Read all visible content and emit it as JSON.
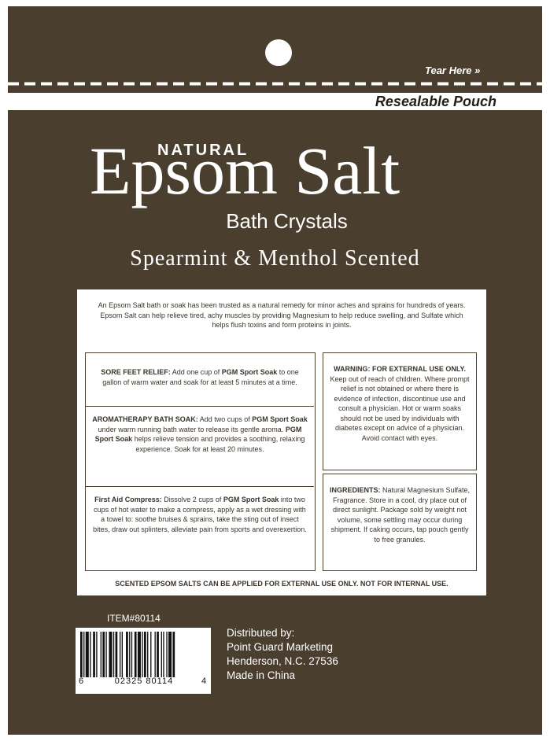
{
  "header": {
    "tear_here": "Tear Here »",
    "resealable": "Resealable Pouch"
  },
  "title": {
    "natural": "NATURAL",
    "main": "Epsom Salt",
    "sub": "Bath Crystals",
    "scent": "Spearmint & Menthol Scented"
  },
  "info": {
    "intro": "An Epsom Salt bath or soak has been trusted as a natural remedy for minor aches and sprains for hundreds of years. Epsom Salt can help relieve tired, achy muscles by providing Magnesium to help reduce swelling, and Sulfate which helps flush toxins and form proteins in joints.",
    "sore_feet": {
      "label": "SORE FEET RELIEF:",
      "pre": " Add one cup of ",
      "brand": "PGM Sport Soak",
      "post": " to one gallon of warm water and soak for at least 5 minutes at a time."
    },
    "aroma": {
      "label": "AROMATHERAPY BATH SOAK:",
      "pre": " Add two cups of ",
      "brand": "PGM Sport Soak",
      "mid": " under warm running bath water to release its gentle aroma. ",
      "brand2": "PGM Sport Soak",
      "post": " helps relieve tension and provides a soothing, relaxing experience. Soak for at least 20 minutes."
    },
    "first_aid": {
      "label": "First Aid Compress:",
      "pre": " Dissolve 2 cups of ",
      "brand": "PGM Sport Soak",
      "post": " into two cups of hot water to make a compress, apply as a wet dressing with a towel to: soothe bruises & sprains, take the sting out of insect bites, draw out splinters, alleviate pain from sports and overexertion."
    },
    "warning": {
      "label": "WARNING: FOR EXTERNAL USE ONLY.",
      "text": "Keep out of reach of children. Where prompt relief is not obtained or where there is evidence of infection, discontinue use and consult a physician. Hot or warm soaks should not be used by individuals with diabetes except on advice of a physician. Avoid contact with eyes."
    },
    "ingredients": {
      "label": "INGREDIENTS:",
      "text": " Natural Magnesium Sulfate, Fragrance. Store in a cool, dry place out of direct sunlight. Package sold by weight not volume, some settling may occur during shipment. If caking occurs, tap pouch gently to free granules."
    },
    "footer": "SCENTED EPSOM SALTS CAN BE APPLIED FOR EXTERNAL USE ONLY. NOT FOR INTERNAL USE."
  },
  "product": {
    "item_number": "ITEM#80114",
    "barcode": {
      "first": "6",
      "middle": "02325 80114",
      "last": "4"
    }
  },
  "distributor": {
    "label": "Distributed by:",
    "name": "Point Guard Marketing",
    "city": "Henderson, N.C. 27536",
    "origin": "Made in China"
  },
  "colors": {
    "pouch": "#4a3f2f",
    "panel": "#ffffff",
    "text_dark": "#3a332a"
  }
}
